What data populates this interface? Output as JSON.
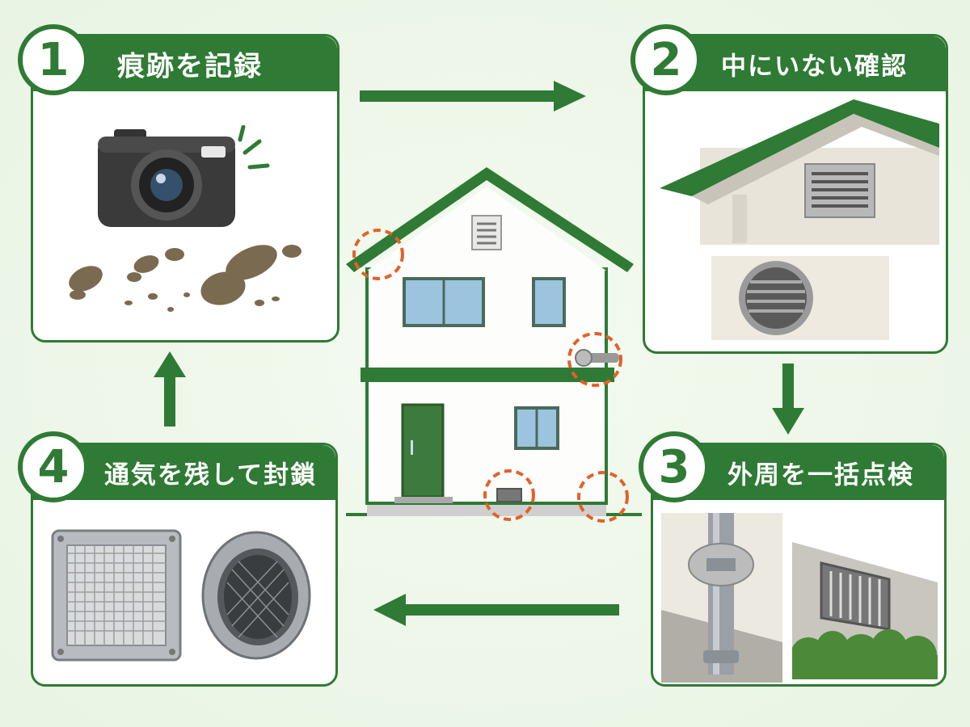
{
  "steps": [
    {
      "number": "1",
      "title": "痕跡を記録"
    },
    {
      "number": "2",
      "title": "中にいない確認"
    },
    {
      "number": "3",
      "title": "外周を一括点検"
    },
    {
      "number": "4",
      "title": "通気を残して封鎖"
    }
  ],
  "colors": {
    "brand_green": "#2f7a34",
    "highlight_orange": "#e0622a",
    "background": "#eef6ea"
  },
  "icons": [
    "camera-icon",
    "footprints-icon",
    "roof-eave-vent-icon",
    "round-vent-icon",
    "downpipe-icon",
    "foundation-vent-icon",
    "square-mesh-vent-icon",
    "round-mesh-vent-icon",
    "house-icon"
  ]
}
